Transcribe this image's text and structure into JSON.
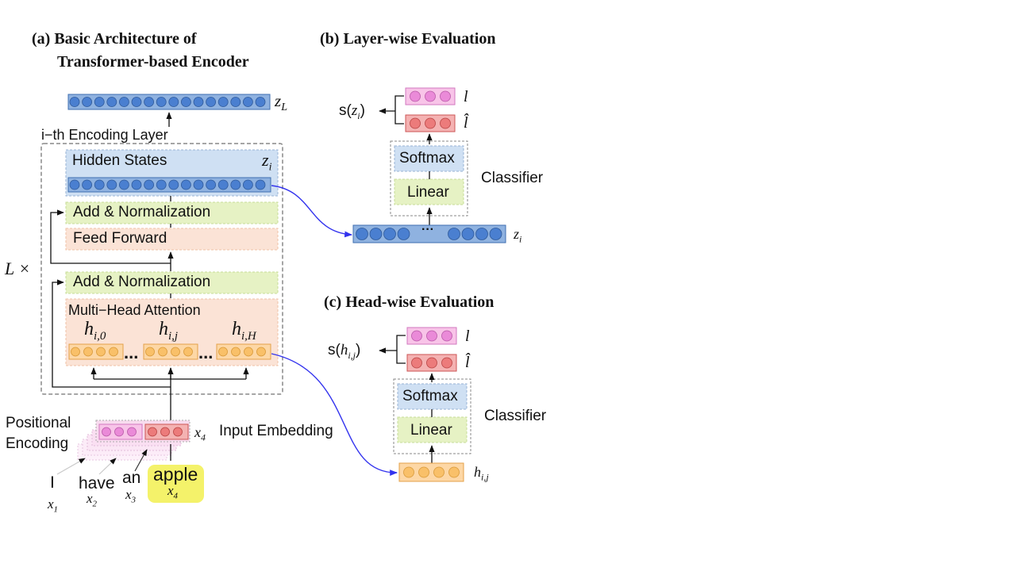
{
  "titles": {
    "a_line1": "(a) Basic Architecture of",
    "a_line2": "Transformer-based  Encoder",
    "b": "(b) Layer-wise Evaluation",
    "c": "(c) Head-wise Evaluation"
  },
  "encoder": {
    "output_label": "z_L",
    "layer_caption": "i−th Encoding Layer",
    "hidden_states": "Hidden States",
    "hidden_symbol": "z_i",
    "add_norm_1": "Add & Normalization",
    "feed_forward": "Feed  Forward",
    "add_norm_2": "Add & Normalization",
    "mha": "Multi−Head  Attention",
    "heads": [
      "h_i,0",
      "h_i,j",
      "h_i,H"
    ],
    "ellipsis": "...",
    "repeat": "L ×",
    "positional_encoding": [
      "Positional",
      "Encoding"
    ],
    "input_embedding": "Input Embedding",
    "x4_label": "x_4",
    "tokens": [
      {
        "word": "I",
        "sym": "x_1"
      },
      {
        "word": "have",
        "sym": "x_2"
      },
      {
        "word": "an",
        "sym": "x_3"
      },
      {
        "word": "apple",
        "sym": "x_4"
      }
    ]
  },
  "layerwise": {
    "score": "s(z_i)",
    "l": "l",
    "lhat": "l̂",
    "softmax": "Softmax",
    "linear": "Linear",
    "classifier": "Classifier",
    "input": "z_i",
    "ellipsis": "···"
  },
  "headwise": {
    "score": "s(h_i,j)",
    "l": "l",
    "lhat": "l̂",
    "softmax": "Softmax",
    "linear": "Linear",
    "classifier": "Classifier",
    "input": "h_i,j"
  },
  "colors": {
    "blue_fill": "#4a7fd0",
    "blue_box": "#cfe0f3",
    "green_box": "#e6f2c4",
    "peach_box": "#fbe3d6",
    "orange_dot": "#f9c069",
    "pink_dot": "#ea8ad8",
    "red_dot": "#ec7b7b",
    "highlight": "#f4f26a",
    "arrow_blue": "#3333ee"
  }
}
